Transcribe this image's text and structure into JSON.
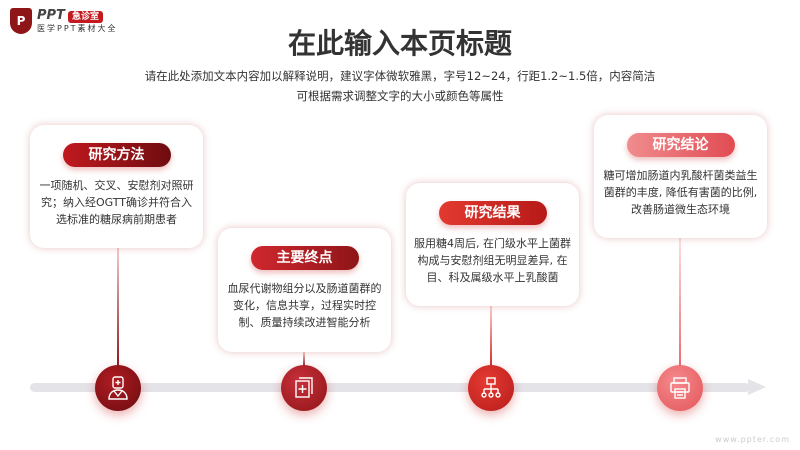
{
  "logo": {
    "mark": "P",
    "name": "PPT",
    "badge": "急诊室",
    "tagline": "医学PPT素材大全"
  },
  "title": "在此输入本页标题",
  "subtitle": [
    "请在此处添加文本内容加以解释说明，建议字体微软雅黑，字号12~24，行距1.2~1.5倍，内容简洁",
    "可根据需求调整文字的大小或颜色等属性"
  ],
  "cards": [
    {
      "label": "研究方法",
      "text": "一项随机、交叉、安慰剂对照研究；纳入经OGTT确诊并符合入选标准的糖尿病前期患者",
      "icon": "doctor-icon",
      "color": "#8e1518"
    },
    {
      "label": "主要终点",
      "text": "血尿代谢物组分以及肠道菌群的变化，信息共享，过程实时控制、质量持续改进智能分析",
      "icon": "medical-document-icon",
      "color": "#b3202a"
    },
    {
      "label": "研究结果",
      "text": "服用糖4周后, 在门级水平上菌群构成与安慰剂组无明显差异, 在目、科及属级水平上乳酸菌",
      "icon": "hierarchy-icon",
      "color": "#d42a25"
    },
    {
      "label": "研究结论",
      "text": "糖可增加肠道内乳酸杆菌类益生菌群的丰度, 降低有害菌的比例, 改善肠道微生态环境",
      "icon": "printer-icon",
      "color": "#eb6a6e"
    }
  ],
  "watermark": "www.ppter.com"
}
